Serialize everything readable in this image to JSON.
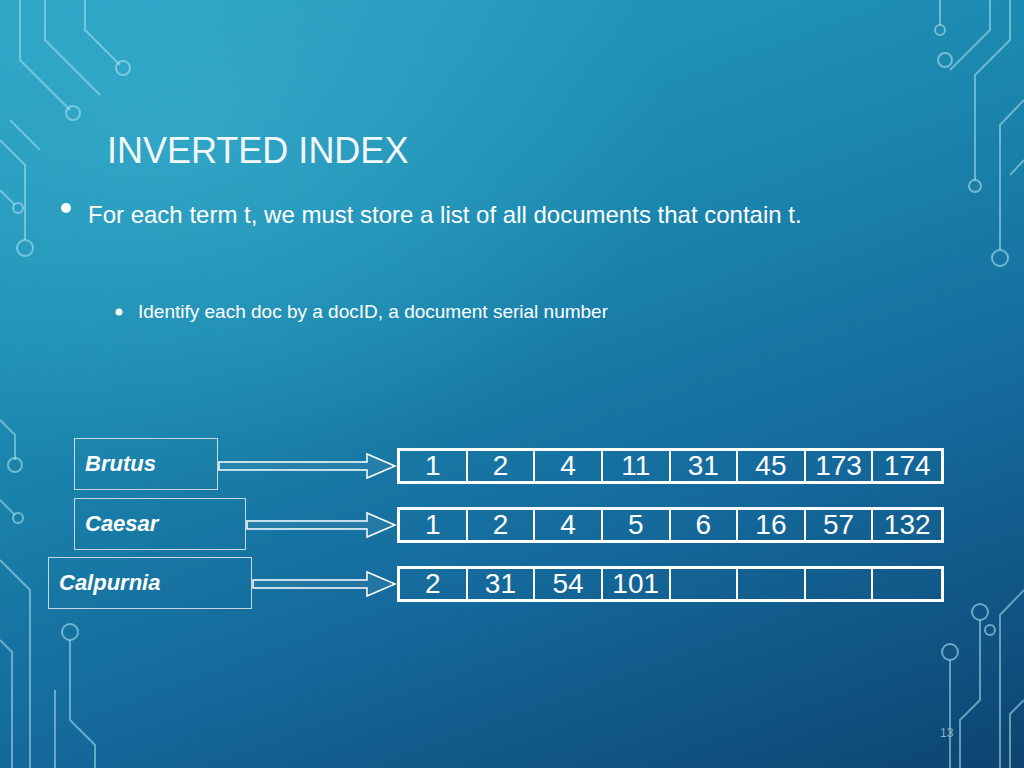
{
  "diagram": {
    "title": "INVERTED INDEX",
    "nodes": [
      {
        "text": [
          "Brutus"
        ]
      },
      {
        "text": [
          "1",
          "2",
          "4",
          "11",
          "31",
          "45",
          "173",
          "174"
        ]
      },
      {
        "text": [
          "Caesar"
        ]
      },
      {
        "text": [
          "1",
          "2",
          "4",
          "5",
          "6",
          "16",
          "57",
          "132"
        ]
      },
      {
        "text": [
          "Calpurnia"
        ]
      },
      {
        "text": [
          "2",
          "31",
          "54",
          "101"
        ]
      }
    ],
    "edges": [
      {
        "from": 0,
        "to": 1,
        "arrow": "to"
      },
      {
        "from": 2,
        "to": 3,
        "arrow": "to"
      },
      {
        "from": 4,
        "to": 5,
        "arrow": "to"
      }
    ],
    "labels": [
      "For each term t, we must store a list of all documents that contain t.",
      "Identify each doc by a docID, a document serial number",
      "13"
    ]
  }
}
